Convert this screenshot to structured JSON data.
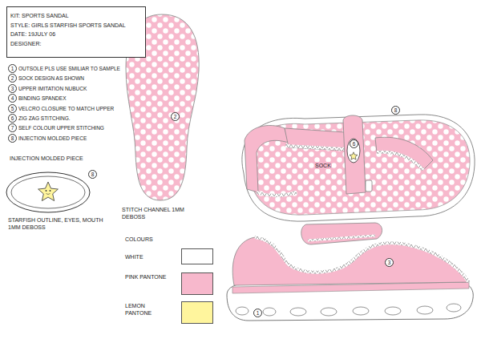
{
  "diagram": {
    "nodes": [
      {
        "text": [
          "KIT: SPORTS SANDAL",
          "STYLE: GIRLS STARFISH SPORTS SANDAL",
          "DATE: 19JULY 06",
          "DESIGNER:"
        ]
      }
    ],
    "labels": [
      "1",
      "OUTSOLE PLS USE SMILIAR TO SAMPLE",
      "2",
      "SOCK DESIGN AS SHOWN",
      "3",
      "UPPER IMITATION NUBUCK",
      "4",
      "BINDING SPANDEX",
      "5",
      "VELCRO CLOSURE TO MATCH UPPER",
      "6",
      "ZIG ZAG STITCHING.",
      "7",
      "SELF COLOUR UPPER STITCHING",
      "8",
      "INJECTION MOLDED PIECE",
      "INJECTION MOLDED PIECE",
      "8",
      "STARFISH OUTLINE, EYES, MOUTH 1MM DEBOSS",
      "2",
      "STITCH CHANNEL 1MM DEBOSS",
      "COLOURS",
      "8",
      "6",
      "SOCK",
      "3",
      "1"
    ],
    "legend": [
      {
        "text": "WHITE",
        "color": "#ffffff"
      },
      {
        "text": "PINK PANTONE",
        "color": "#f7b8cc"
      },
      {
        "text": "LEMON PANTONE",
        "color": "#fff59d"
      }
    ]
  }
}
